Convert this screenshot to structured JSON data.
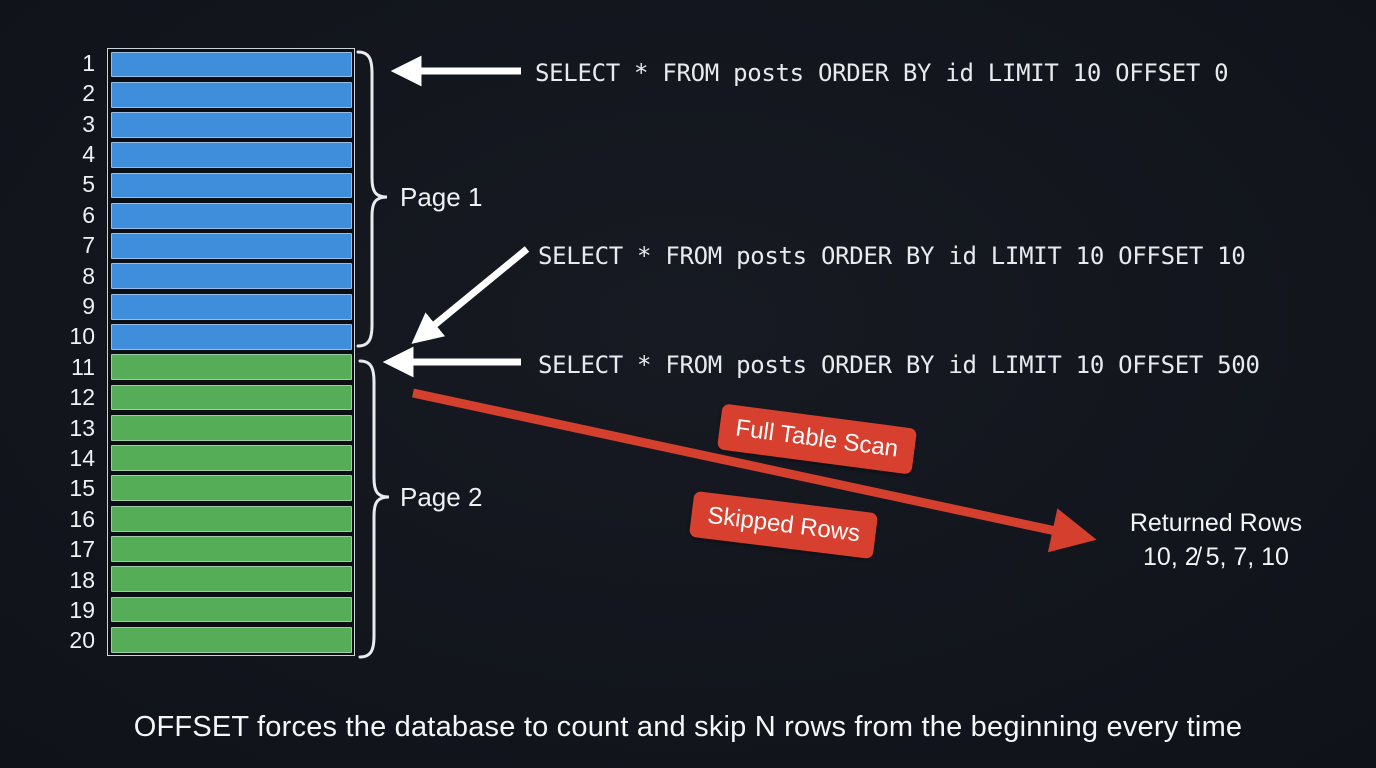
{
  "table": {
    "page1_color": "#3e8edc",
    "page2_color": "#56ad58",
    "rows": [
      {
        "number": "1",
        "page": 1
      },
      {
        "number": "2",
        "page": 1
      },
      {
        "number": "3",
        "page": 1
      },
      {
        "number": "4",
        "page": 1
      },
      {
        "number": "5",
        "page": 1
      },
      {
        "number": "6",
        "page": 1
      },
      {
        "number": "7",
        "page": 1
      },
      {
        "number": "8",
        "page": 1
      },
      {
        "number": "9",
        "page": 1
      },
      {
        "number": "10",
        "page": 1
      },
      {
        "number": "11",
        "page": 2
      },
      {
        "number": "12",
        "page": 2
      },
      {
        "number": "13",
        "page": 2
      },
      {
        "number": "14",
        "page": 2
      },
      {
        "number": "15",
        "page": 2
      },
      {
        "number": "16",
        "page": 2
      },
      {
        "number": "17",
        "page": 2
      },
      {
        "number": "18",
        "page": 2
      },
      {
        "number": "19",
        "page": 2
      },
      {
        "number": "20",
        "page": 2
      }
    ]
  },
  "pages": [
    {
      "label": "Page 1"
    },
    {
      "label": "Page 2"
    }
  ],
  "queries": [
    {
      "sql": "SELECT * FROM posts ORDER BY id LIMIT 10 OFFSET 0"
    },
    {
      "sql": "SELECT * FROM posts ORDER BY id LIMIT 10 OFFSET 10"
    },
    {
      "sql": "SELECT * FROM posts ORDER BY id LIMIT 10 OFFSET 500"
    }
  ],
  "annotations": {
    "full_table_scan_label": "Full Table Scan",
    "skipped_rows_label": "Skipped Rows",
    "returned_rows_title": "Returned Rows",
    "returned_rows_values": "10, 2̸ 5, 7, 10",
    "badge_color": "#d7402f",
    "scan_arrow_color": "#d5402e",
    "query_arrow_color": "#ffffff"
  },
  "caption": "OFFSET forces the database to count and skip N rows from the beginning every time"
}
